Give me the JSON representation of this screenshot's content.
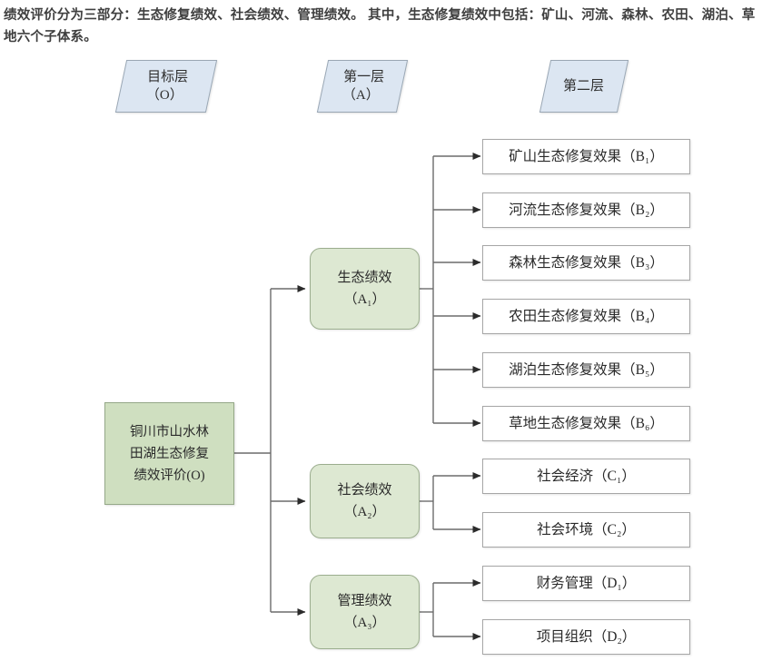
{
  "caption": "绩效评价分为三部分：生态修复绩效、社会绩效、管理绩效。 其中，生态修复绩效中包括：矿山、河流、森林、农田、湖泊、草地六个子体系。",
  "colors": {
    "banner_fill": "#dce6f2",
    "banner_stroke": "#9aa7b4",
    "root_fill": "#cfdfc0",
    "root_stroke": "#95a888",
    "criterion_fill": "#dde8d2",
    "criterion_stroke": "#9bad8e",
    "leaf_fill": "#ffffff",
    "leaf_stroke": "#a6a6a6",
    "connector": "#6b6b6b"
  },
  "banners": [
    {
      "line1": "目标层",
      "line2": "（O）"
    },
    {
      "line1": "第一层",
      "line2": "（A）"
    },
    {
      "line1": "第二层",
      "line2": ""
    }
  ],
  "root": {
    "line1": "铜川市山水林",
    "line2": "田湖生态修复",
    "line3": "绩效评价(O)"
  },
  "criteria": [
    {
      "line1": "生态绩效",
      "line2": "（A₁）"
    },
    {
      "line1": "社会绩效",
      "line2": "（A₂）"
    },
    {
      "line1": "管理绩效",
      "line2": "（A₃）"
    }
  ],
  "leaves": {
    "ecological": [
      "矿山生态修复效果（B₁）",
      "河流生态修复效果（B₂）",
      "森林生态修复效果（B₃）",
      "农田生态修复效果（B₄）",
      "湖泊生态修复效果（B₅）",
      "草地生态修复效果（B₆）"
    ],
    "social": [
      "社会经济（C₁）",
      "社会环境（C₂）"
    ],
    "management": [
      "财务管理（D₁）",
      "项目组织（D₂）"
    ]
  }
}
